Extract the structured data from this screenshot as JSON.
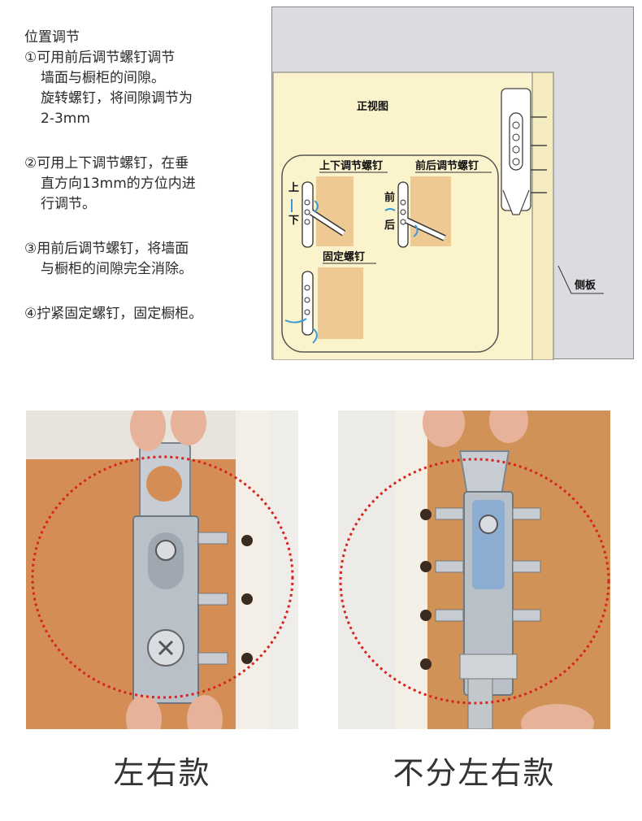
{
  "instructions": {
    "heading": "位置调节",
    "steps": [
      {
        "lines": [
          "①可用前后调节螺钉调节",
          "墙面与橱柜的间隙。",
          "旋转螺钉，将间隙调节为",
          "2-3mm"
        ]
      },
      {
        "lines": [
          "②可用上下调节螺钉，在垂",
          "直方向13mm的方位内进",
          "行调节。"
        ]
      },
      {
        "lines": [
          "③用前后调节螺钉，将墙面",
          "与橱柜的间隙完全消除。"
        ]
      },
      {
        "lines": [
          "④拧紧固定螺钉，固定橱柜。"
        ]
      }
    ]
  },
  "diagram": {
    "front_view_label": "正视图",
    "vertical_screw_label": "上下调节螺钉",
    "depth_screw_label": "前后调节螺钉",
    "fixing_screw_label": "固定螺钉",
    "side_panel_label": "侧板",
    "up_label": "上",
    "down_label": "下",
    "front_label": "前",
    "back_label": "后"
  },
  "photos": [
    {
      "caption": "左右款",
      "image": "left-right-bracket-photo"
    },
    {
      "caption": "不分左右款",
      "image": "universal-bracket-photo"
    }
  ],
  "colors": {
    "cabinet_fill": "#fbf3cc",
    "wall_fill": "#dadcdf",
    "wood": "#d99a5e",
    "highlight_circle": "#d8241f"
  }
}
